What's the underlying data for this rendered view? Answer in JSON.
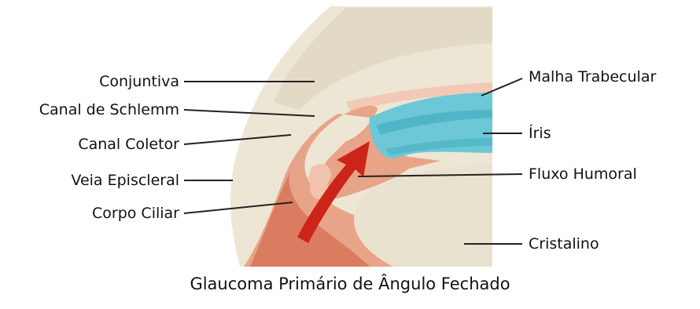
{
  "labels_left": {
    "conjuntiva": "Conjuntiva",
    "canal_schlemm": "Canal de Schlemm",
    "canal_coletor": "Canal Coletor",
    "veia_episcleral": "Veia Episcleral",
    "corpo_ciliar": "Corpo Ciliar"
  },
  "labels_right": {
    "malha_trabecular": "Malha Trabecular",
    "iris": "Íris",
    "fluxo_humoral": "Fluxo Humoral",
    "cristalino": "Cristalino"
  },
  "caption": "Glaucoma Primário de Ângulo Fechado",
  "colors": {
    "sclera": "#ede6d4",
    "cornea_outer": "#dcd3bc",
    "ciliary_body": "#e8a488",
    "ciliary_dark": "#d97c5f",
    "iris": "#6cc8d6",
    "iris_dark": "#3aa7bb",
    "lens": "#e9e2cf",
    "arrow": "#cc2418",
    "leader_line": "#222222"
  }
}
